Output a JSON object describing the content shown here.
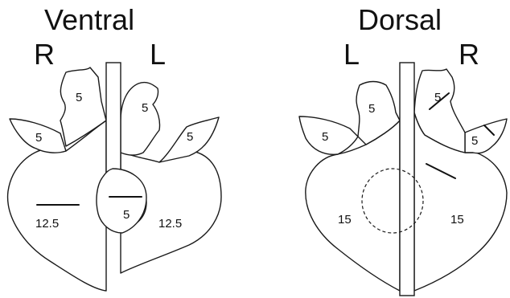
{
  "ventral": {
    "title": "Ventral",
    "side_right": "R",
    "side_left": "L",
    "labels": {
      "right_upper_lobe": "5",
      "right_middle_lobe": "5",
      "right_lower_lobe": "12.5",
      "accessory_lobe": "5",
      "left_upper_lobe": "5",
      "left_middle_lobe": "5",
      "left_lower_lobe": "12.5"
    }
  },
  "dorsal": {
    "title": "Dorsal",
    "side_left": "L",
    "side_right": "R",
    "labels": {
      "left_upper_lobe": "5",
      "left_middle_lobe": "5",
      "left_lower_lobe": "15",
      "right_upper_lobe": "5",
      "right_middle_lobe": "5",
      "right_lower_lobe": "15"
    }
  },
  "colors": {
    "line": "#1a1a1a",
    "background": "#ffffff"
  }
}
